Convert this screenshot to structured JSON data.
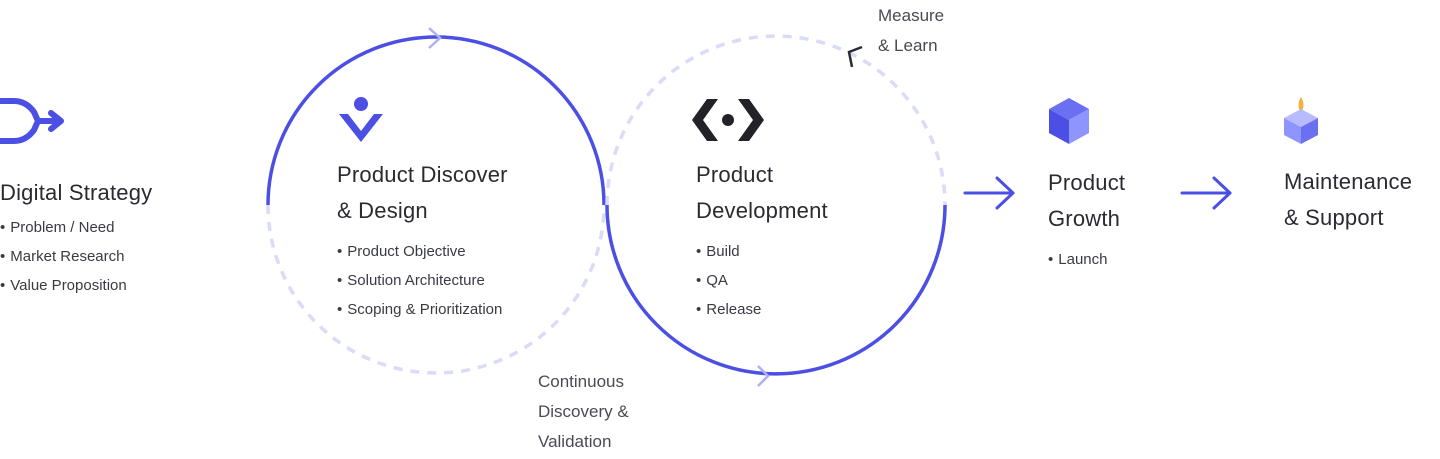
{
  "colors": {
    "accent": "#4b4fe3",
    "accent_light": "#d9dbf8",
    "cube_light": "#8f95ff",
    "cube_side": "#3d41d6",
    "flame": "#f3b23a",
    "dark_icon": "#222228",
    "text": "#2b2b33"
  },
  "stages": [
    {
      "id": "digital-strategy",
      "icon": "merge-arrow-icon",
      "title_lines": [
        "Digital Strategy"
      ],
      "bullets": [
        "Problem / Need",
        "Market Research",
        "Value Proposition"
      ]
    },
    {
      "id": "product-discover",
      "icon": "person-chevron-icon",
      "title_lines": [
        "Product Discover",
        "& Design"
      ],
      "bullets": [
        "Product Objective",
        "Solution Architecture",
        "Scoping & Prioritization"
      ]
    },
    {
      "id": "product-development",
      "icon": "code-brackets-icon",
      "title_lines": [
        "Product",
        "Development"
      ],
      "bullets": [
        "Build",
        "QA",
        "Release"
      ]
    },
    {
      "id": "product-growth",
      "icon": "cube-icon",
      "title_lines": [
        "Product",
        "Growth"
      ],
      "bullets": [
        "Launch"
      ]
    },
    {
      "id": "maintenance",
      "icon": "cube-flame-icon",
      "title_lines": [
        "Maintenance",
        "& Support"
      ],
      "bullets": []
    }
  ],
  "notes": {
    "measure_learn": [
      "Measure",
      "& Learn"
    ],
    "continuous_discovery": [
      "Continuous",
      "Discovery &",
      "Validation"
    ]
  }
}
